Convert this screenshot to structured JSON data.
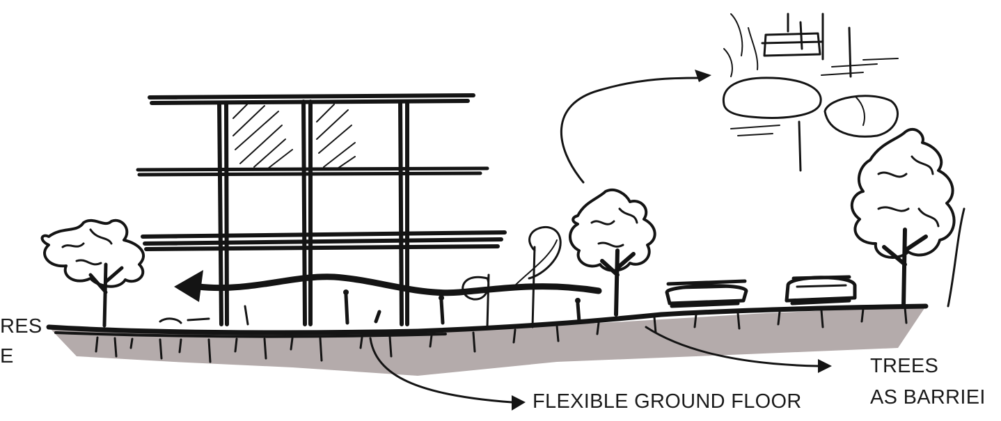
{
  "labels": {
    "left_fragment_line1": "RES",
    "left_fragment_line2": "E",
    "flexible_ground_floor": "FLEXIBLE GROUND FLOOR",
    "trees_line1": "TREES",
    "trees_line2": "AS BARRIEI"
  },
  "colors": {
    "ink": "#141414",
    "ground_fill": "#b4abab",
    "paper": "#ffffff"
  }
}
